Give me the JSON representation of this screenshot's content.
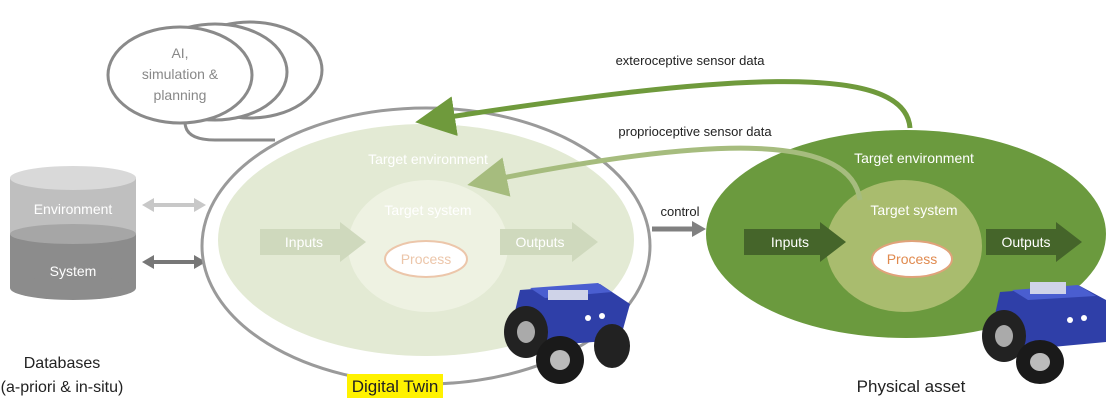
{
  "ai_box": {
    "line1": "AI,",
    "line2": "simulation &",
    "line3": "planning"
  },
  "database": {
    "environment": "Environment",
    "system": "System",
    "caption_line1": "Databases",
    "caption_line2": "(a-priori & in-situ)"
  },
  "digital_twin": {
    "target_environment": "Target environment",
    "target_system": "Target system",
    "inputs": "Inputs",
    "outputs": "Outputs",
    "process": "Process",
    "caption": "Digital Twin"
  },
  "physical_asset": {
    "target_environment": "Target environment",
    "target_system": "Target system",
    "inputs": "Inputs",
    "outputs": "Outputs",
    "process": "Process",
    "caption": "Physical asset"
  },
  "flows": {
    "exteroceptive": "exteroceptive sensor data",
    "proprioceptive": "proprioceptive sensor data",
    "control": "control"
  },
  "colors": {
    "green_dark": "#5f8f32",
    "green_mid": "#9cb46a",
    "green_light": "#d4dfbd",
    "highlight": "#fff200",
    "process_orange": "#e0a27a"
  }
}
